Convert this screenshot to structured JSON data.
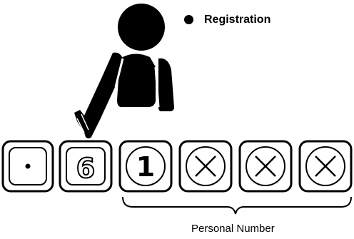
{
  "heading": {
    "bullet_icon": "filled-circle-bullet",
    "title": "Registration"
  },
  "keys": [
    {
      "name": "dot-key",
      "symbol": "·",
      "icon": "dot-icon"
    },
    {
      "name": "digit-6-key",
      "symbol": "6",
      "icon": "digit-six-icon"
    },
    {
      "name": "digit-1-key",
      "symbol": "1",
      "icon": "digit-one-icon"
    },
    {
      "name": "x-key-1",
      "symbol": "×",
      "icon": "x-mark-icon"
    },
    {
      "name": "x-key-2",
      "symbol": "×",
      "icon": "x-mark-icon"
    },
    {
      "name": "x-key-3",
      "symbol": "×",
      "icon": "x-mark-icon"
    }
  ],
  "brace_label": "Personal Number",
  "figure_icon": "person-pointing-icon",
  "colors": {
    "ink": "#000000",
    "background": "#ffffff"
  }
}
